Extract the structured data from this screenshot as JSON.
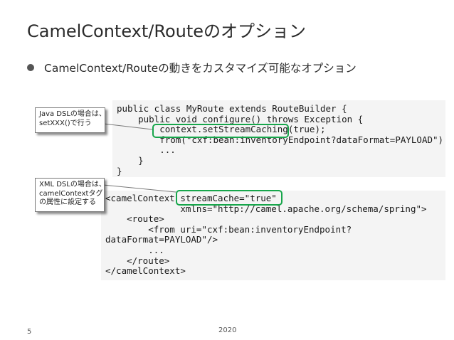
{
  "slide": {
    "title": "CamelContext/Routeのオプション",
    "bullet": "CamelContext/Routeの動きをカスタマイズ可能なオプション"
  },
  "code_java": {
    "lines": [
      "public class MyRoute extends RouteBuilder {",
      "    public void configure() throws Exception {",
      "        context.setStreamCaching(true);",
      "        from(\"cxf:bean:inventoryEndpoint?dataFormat=PAYLOAD\")",
      "        ...",
      "    }",
      "}"
    ]
  },
  "code_xml": {
    "lines": [
      "<camelContext streamCache=\"true\"",
      "              xmlns=\"http://camel.apache.org/schema/spring\">",
      "    <route>",
      "        <from uri=\"cxf:bean:inventoryEndpoint?",
      "dataFormat=PAYLOAD\"/>",
      "        ...",
      "    </route>",
      "</camelContext>"
    ]
  },
  "callouts": {
    "java": {
      "lines": [
        "Java DSLの場合は、",
        "setXXX()で行う"
      ]
    },
    "xml": {
      "lines": [
        "XML DSLの場合は、",
        "camelContextタグ",
        "の属性に設定する"
      ]
    }
  },
  "footer": {
    "page_number": "5",
    "year": "2020"
  },
  "colors": {
    "highlight": "#17a64b",
    "code_background": "#f4f4f4"
  }
}
